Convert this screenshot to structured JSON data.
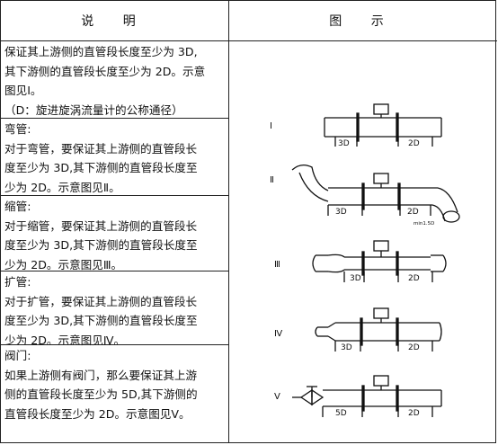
{
  "header": {
    "left": "说 明",
    "right": "图 示"
  },
  "rows": [
    {
      "text": "保证其上游侧的直管段长度至少为 3D,\n其下游侧的直管段长度至少为 2D。示意\n图见Ⅰ。\n（D：旋进旋涡流量计的公称通径）"
    },
    {
      "text": "弯管:\n对于弯管，要保证其上游侧的直管段长\n度至少为 3D,其下游侧的直管段长度至\n少为 2D。示意图见Ⅱ。"
    },
    {
      "text": "缩管:\n对于缩管，要保证其上游侧的直管段长\n度至少为 3D,其下游侧的直管段长度至\n少为 2D。示意图见Ⅲ。"
    },
    {
      "text": "扩管:\n对于扩管，要保证其上游侧的直管段长\n度至少为 3D,其下游侧的直管段长度至\n少为 2D。示意图见Ⅳ。"
    },
    {
      "text": "阀门:\n如果上游侧有阀门，那么要保证其上游\n侧的直管段长度至少为 5D,其下游侧的\n直管段长度至少为 2D。示意图见Ⅴ。"
    }
  ],
  "diagrams": [
    {
      "roman": "Ⅰ",
      "up": "3D",
      "down": "2D"
    },
    {
      "roman": "Ⅱ",
      "up": "3D",
      "down": "2D",
      "note": "min1.5D"
    },
    {
      "roman": "Ⅲ",
      "up": "3D",
      "down": "2D"
    },
    {
      "roman": "Ⅳ",
      "up": "3D",
      "down": "2D"
    },
    {
      "roman": "Ⅴ",
      "up": "5D",
      "down": "2D"
    }
  ]
}
